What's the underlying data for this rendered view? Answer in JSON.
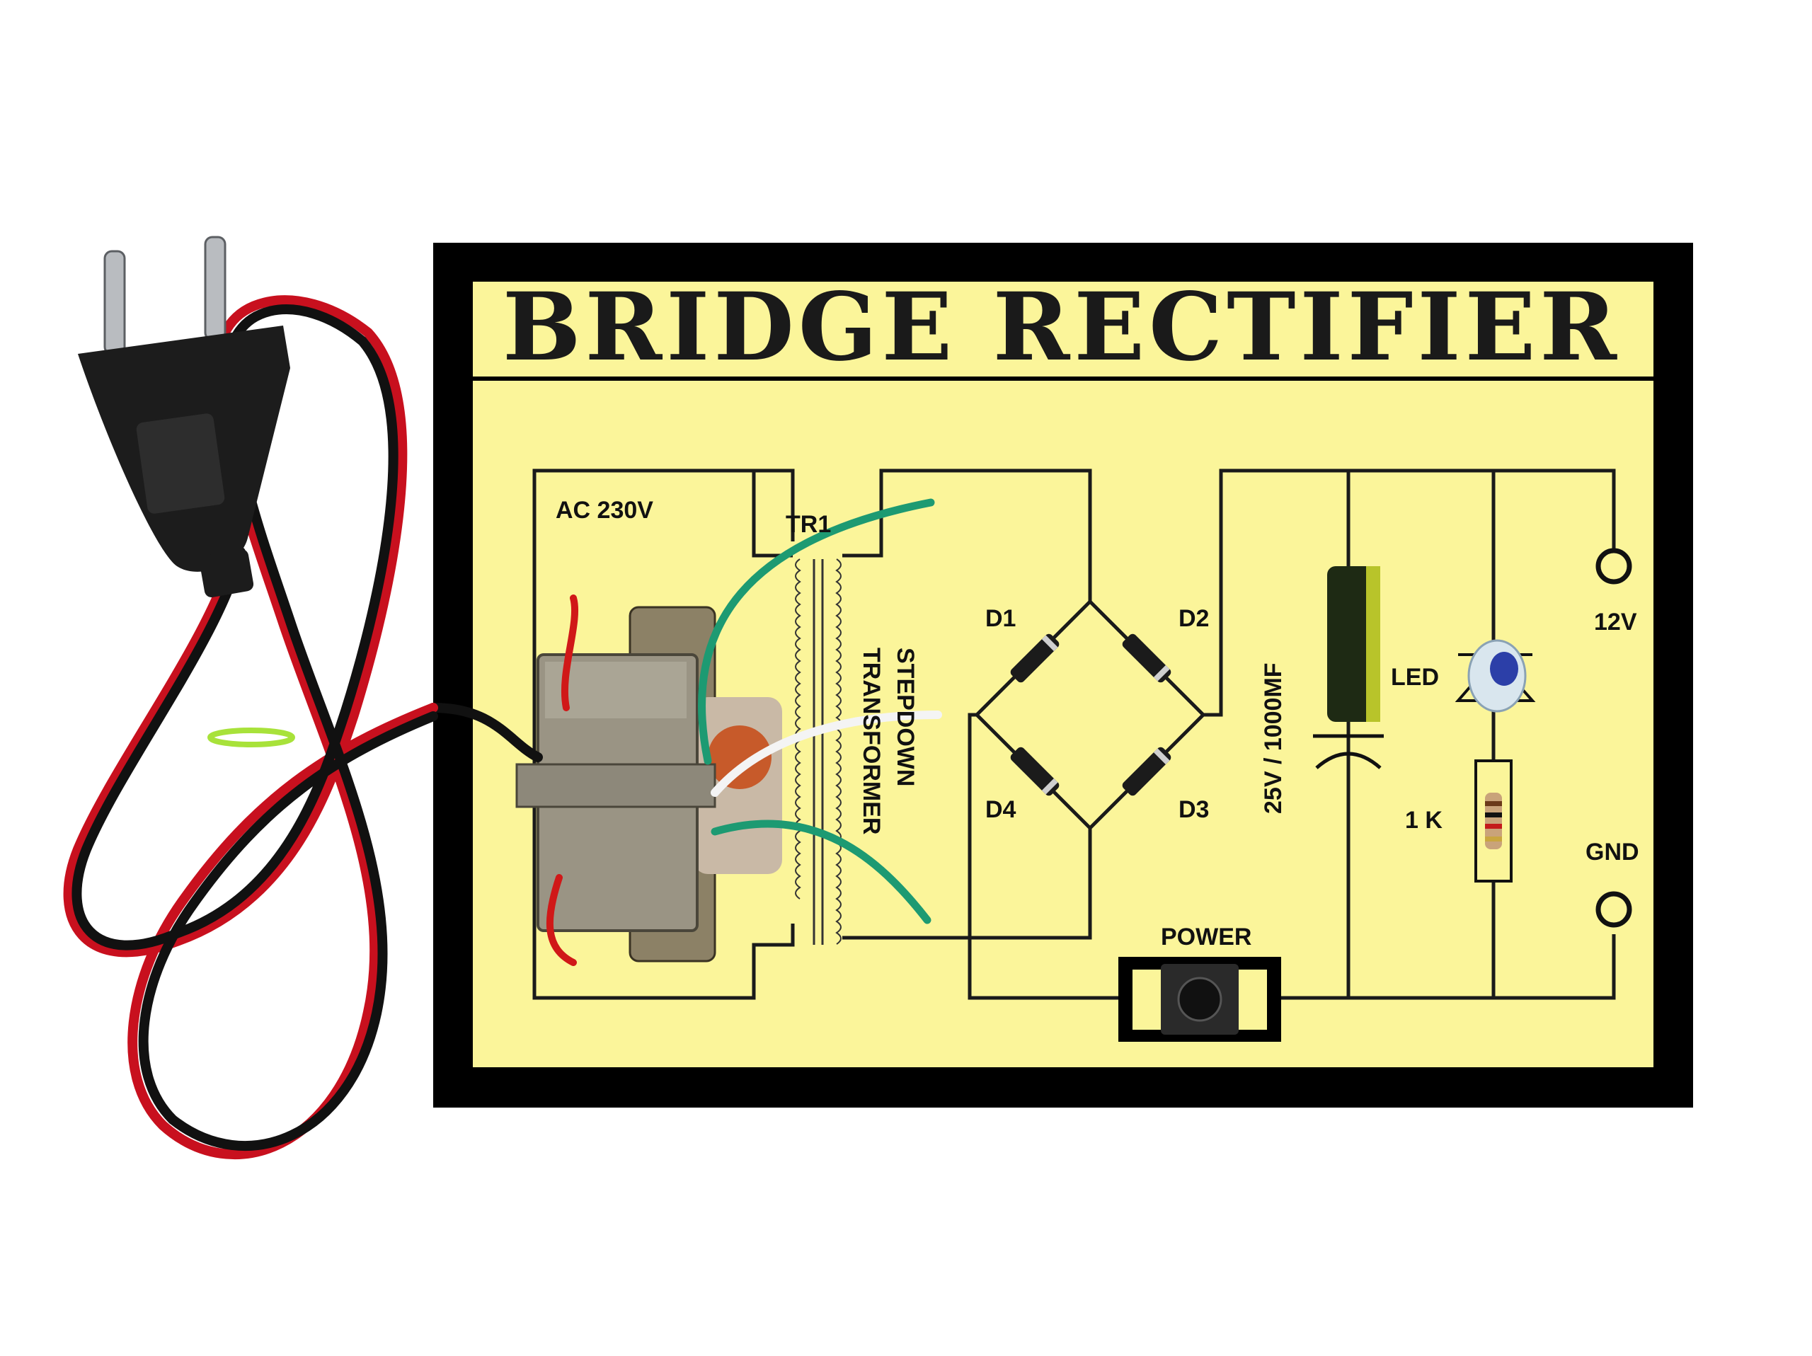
{
  "board": {
    "title": "BRIDGE RECTIFIER",
    "colors": {
      "frame": "#000000",
      "panel": "#fbf59a",
      "trace": "#1a1a1a"
    }
  },
  "labels": {
    "ac_input": "AC 230V",
    "transformer_ref": "TR1",
    "transformer_name_line1": "STEPDOWN",
    "transformer_name_line2": "TRANSFORMER",
    "d1": "D1",
    "d2": "D2",
    "d3": "D3",
    "d4": "D4",
    "capacitor": "25V / 1000MF",
    "led": "LED",
    "resistor": "1 K",
    "out_positive": "12V",
    "out_ground": "GND",
    "power_switch": "POWER"
  },
  "components": {
    "plug": {
      "type": "two-pin-plug",
      "cable_colors": [
        "#c8101e",
        "#111111"
      ]
    },
    "transformer": "transformer-icon",
    "diodes": "diode-icon",
    "capacitor": "capacitor-icon",
    "led": "led-icon",
    "resistor": "resistor-icon",
    "switch": "push-button-icon",
    "terminals": "terminal-icon"
  }
}
